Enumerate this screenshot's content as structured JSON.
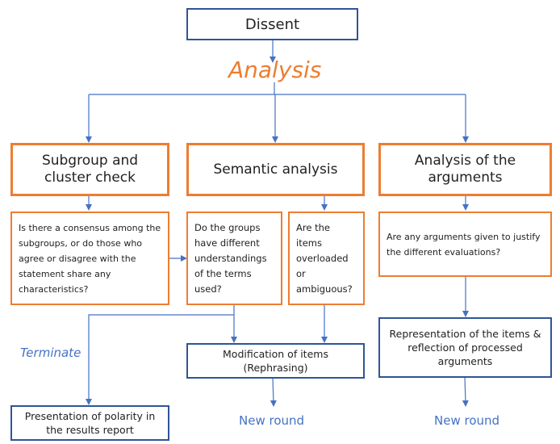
{
  "title": "Dissent",
  "analysis_label": "Analysis",
  "branches": {
    "subgroup": {
      "heading": "Subgroup and cluster check",
      "question": "Is there a consensus among the subgroups, or do those who agree or disagree with the statement share any characteristics?"
    },
    "semantic": {
      "heading": "Semantic analysis",
      "question_terms": "Do the groups have different understandings of the terms used?",
      "question_items": "Are the items overloaded or ambiguous?"
    },
    "arguments": {
      "heading": "Analysis of the arguments",
      "question": "Are any arguments given to justify the different evaluations?"
    }
  },
  "outcomes": {
    "terminate_label": "Terminate",
    "presentation": "Presentation of polarity in the results report",
    "modification": "Modification of items (Rephrasing)",
    "representation": "Representation of the items & reflection of processed arguments",
    "new_round_1": "New round",
    "new_round_2": "New round"
  },
  "colors": {
    "orange": "#ED7D31",
    "dark_blue": "#2F5597",
    "connector_blue": "#4472C4"
  }
}
